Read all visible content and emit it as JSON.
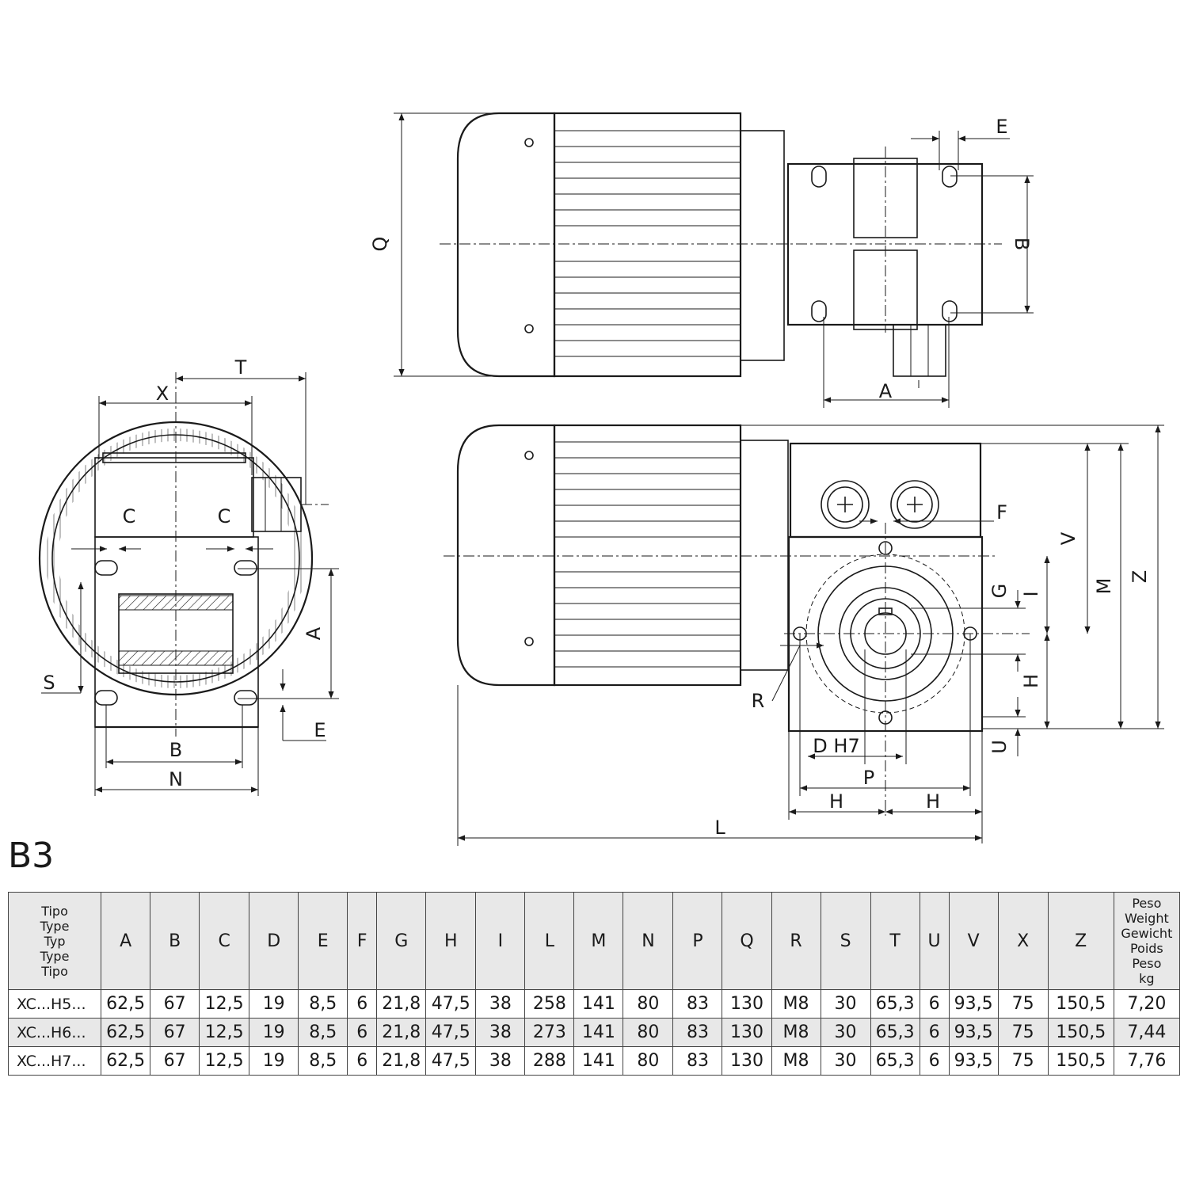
{
  "drawing": {
    "side_view_labels": {
      "x": "X",
      "t": "T",
      "c_left": "C",
      "c_right": "C",
      "s": "S",
      "a": "A",
      "e": "E",
      "b": "B",
      "n": "N"
    },
    "top_view_labels": {
      "q": "Q",
      "e": "E",
      "b": "B",
      "a": "A"
    },
    "front_view_labels": {
      "f": "F",
      "v": "V",
      "m": "M",
      "z": "Z",
      "g": "G",
      "i": "I",
      "h_right": "H",
      "u": "U",
      "r": "R",
      "d_h7": "D H7",
      "p": "P",
      "h_left": "H",
      "h_right2": "H",
      "l": "L"
    }
  },
  "section_title": "B3",
  "table": {
    "type_header": [
      "Tipo",
      "Type",
      "Typ",
      "Type",
      "Tipo"
    ],
    "weight_header": [
      "Peso",
      "Weight",
      "Gewicht",
      "Poids",
      "Peso",
      "kg"
    ],
    "columns": [
      "A",
      "B",
      "C",
      "D",
      "E",
      "F",
      "G",
      "H",
      "I",
      "L",
      "M",
      "N",
      "P",
      "Q",
      "R",
      "S",
      "T",
      "U",
      "V",
      "X",
      "Z"
    ],
    "rows": [
      {
        "type": "XC...H5...",
        "values": [
          "62,5",
          "67",
          "12,5",
          "19",
          "8,5",
          "6",
          "21,8",
          "47,5",
          "38",
          "258",
          "141",
          "80",
          "83",
          "130",
          "M8",
          "30",
          "65,3",
          "6",
          "93,5",
          "75",
          "150,5"
        ],
        "weight": "7,20"
      },
      {
        "type": "XC...H6...",
        "values": [
          "62,5",
          "67",
          "12,5",
          "19",
          "8,5",
          "6",
          "21,8",
          "47,5",
          "38",
          "273",
          "141",
          "80",
          "83",
          "130",
          "M8",
          "30",
          "65,3",
          "6",
          "93,5",
          "75",
          "150,5"
        ],
        "weight": "7,44"
      },
      {
        "type": "XC...H7...",
        "values": [
          "62,5",
          "67",
          "12,5",
          "19",
          "8,5",
          "6",
          "21,8",
          "47,5",
          "38",
          "288",
          "141",
          "80",
          "83",
          "130",
          "M8",
          "30",
          "65,3",
          "6",
          "93,5",
          "75",
          "150,5"
        ],
        "weight": "7,76"
      }
    ]
  }
}
